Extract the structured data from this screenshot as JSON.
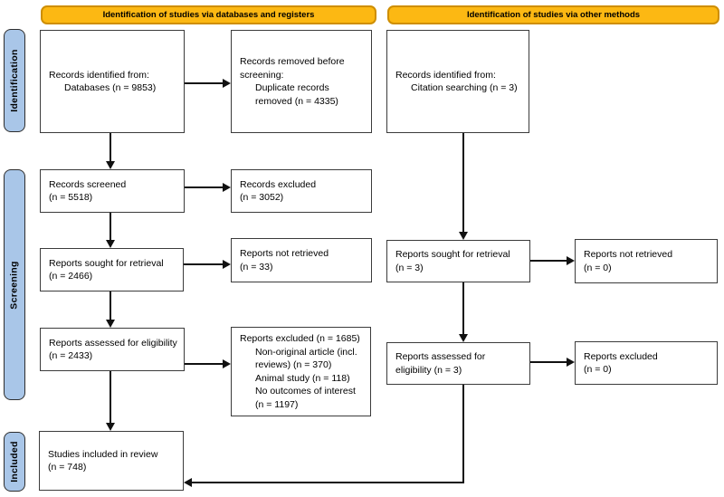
{
  "headers": {
    "left": "Identification of studies via databases and registers",
    "right": "Identification of studies via other methods"
  },
  "side_labels": {
    "identification": "Identification",
    "screening": "Screening",
    "included": "Included"
  },
  "boxes": {
    "id_db": {
      "lines": [
        "Records identified from:",
        "Databases (n = 9853)"
      ]
    },
    "removed_before": {
      "lines": [
        "Records removed before",
        "screening:",
        "Duplicate records",
        "removed (n = 4335)"
      ]
    },
    "screened": {
      "lines": [
        "Records screened",
        "(n = 5518)"
      ]
    },
    "excluded_screen": {
      "lines": [
        "Records excluded",
        "(n = 3052)"
      ]
    },
    "sought_db": {
      "lines": [
        "Reports sought for retrieval",
        "(n = 2466)"
      ]
    },
    "not_retrieved_db": {
      "lines": [
        "Reports not retrieved",
        "(n = 33)"
      ]
    },
    "assessed_db": {
      "lines": [
        "Reports assessed for eligibility",
        "(n = 2433)"
      ]
    },
    "excluded_elig": {
      "lines": [
        "Reports excluded (n = 1685)",
        "Non-original article (incl.",
        "reviews) (n = 370)",
        "Animal study (n = 118)",
        "No outcomes of interest",
        "(n = 1197)"
      ]
    },
    "included_review": {
      "lines": [
        "Studies included in review",
        "(n = 748)"
      ]
    },
    "id_other": {
      "lines": [
        "Records identified from:",
        "Citation searching (n = 3)"
      ]
    },
    "sought_other": {
      "lines": [
        "Reports sought for retrieval",
        "(n = 3)"
      ]
    },
    "not_retrieved_other": {
      "lines": [
        "Reports not retrieved",
        "(n = 0)"
      ]
    },
    "assessed_other": {
      "lines": [
        "Reports assessed for",
        "eligibility (n = 3)"
      ]
    },
    "excluded_other": {
      "lines": [
        "Reports excluded",
        "(n = 0)"
      ]
    }
  },
  "colors": {
    "banner_fill": "#FCB813",
    "banner_border": "#CE8E00",
    "side_fill": "#A9C6E8",
    "box_border": "#3B3B3B",
    "arrow": "#111111"
  }
}
